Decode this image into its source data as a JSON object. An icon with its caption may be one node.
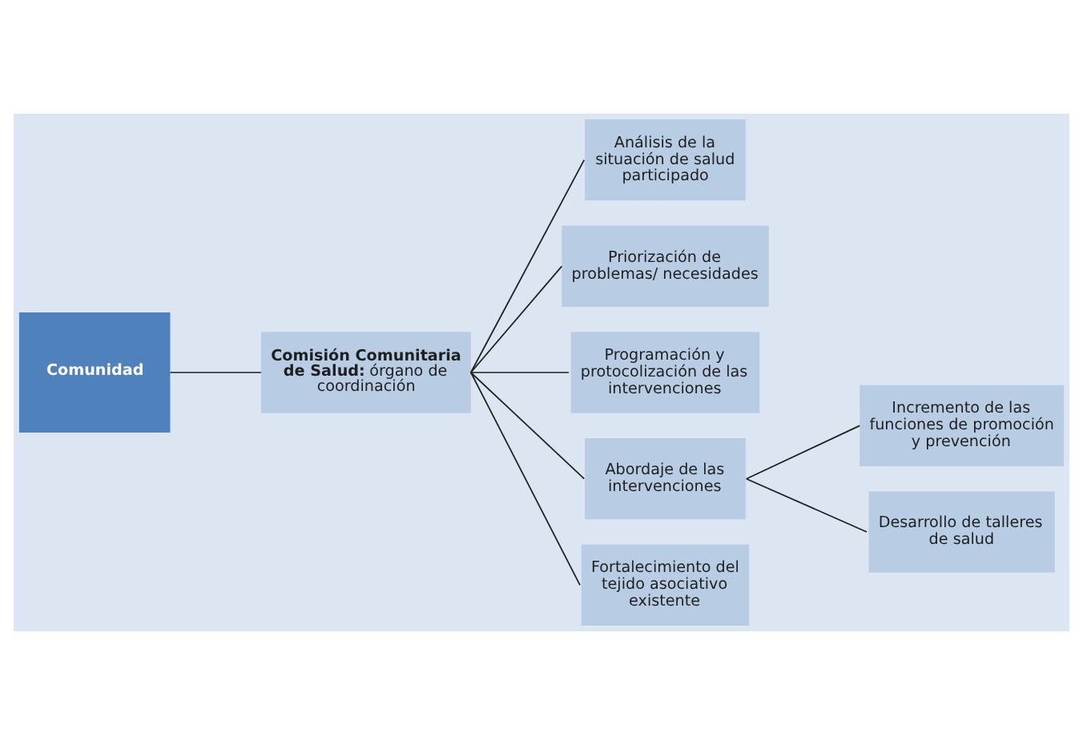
{
  "diagram": {
    "nodes": [
      {
        "text": [
          "Comunidad"
        ]
      },
      {
        "text": [
          "**Comisión Comunitaria de Salud:** órgano de coordinación"
        ]
      },
      {
        "text": [
          "Análisis de la situación de salud participado"
        ]
      },
      {
        "text": [
          "Priorización de problemas/ necesidades"
        ]
      },
      {
        "text": [
          "Programación y protocolización de las intervenciones"
        ]
      },
      {
        "text": [
          "Abordaje de las intervenciones"
        ]
      },
      {
        "text": [
          "Fortalecimiento del tejido asociativo existente"
        ]
      },
      {
        "text": [
          "Incremento de las funciones de promoción y prevención"
        ]
      },
      {
        "text": [
          "Desarrollo de talleres de salud"
        ]
      }
    ],
    "edges": [
      {
        "from": 0,
        "to": 1,
        "arrow": "none"
      },
      {
        "from": 1,
        "to": 2,
        "arrow": "none"
      },
      {
        "from": 1,
        "to": 3,
        "arrow": "none"
      },
      {
        "from": 1,
        "to": 4,
        "arrow": "none"
      },
      {
        "from": 1,
        "to": 5,
        "arrow": "none"
      },
      {
        "from": 1,
        "to": 6,
        "arrow": "none"
      },
      {
        "from": 5,
        "to": 7,
        "arrow": "none"
      },
      {
        "from": 5,
        "to": 8,
        "arrow": "none"
      }
    ]
  }
}
